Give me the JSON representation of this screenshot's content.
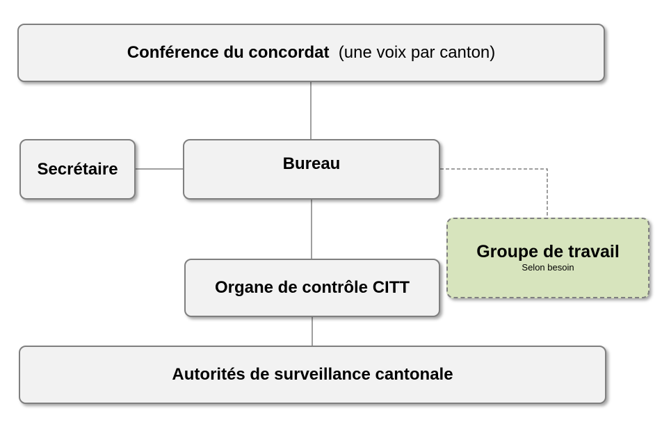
{
  "diagram": {
    "conference": {
      "title": "Conférence du concordat",
      "note": "(une voix par canton)"
    },
    "secretaire": {
      "title": "Secrétaire"
    },
    "bureau": {
      "title": "Bureau"
    },
    "organe": {
      "title": "Organe de contrôle CITT"
    },
    "autorites": {
      "title": "Autorités de surveillance cantonale"
    },
    "groupe": {
      "title": "Groupe de travail",
      "subtitle": "Selon besoin"
    }
  },
  "colors": {
    "box_fill": "#f2f2f2",
    "box_border": "#7f7f7f",
    "groupe_fill": "#d7e4bd",
    "connector": "#7f7f7f"
  }
}
